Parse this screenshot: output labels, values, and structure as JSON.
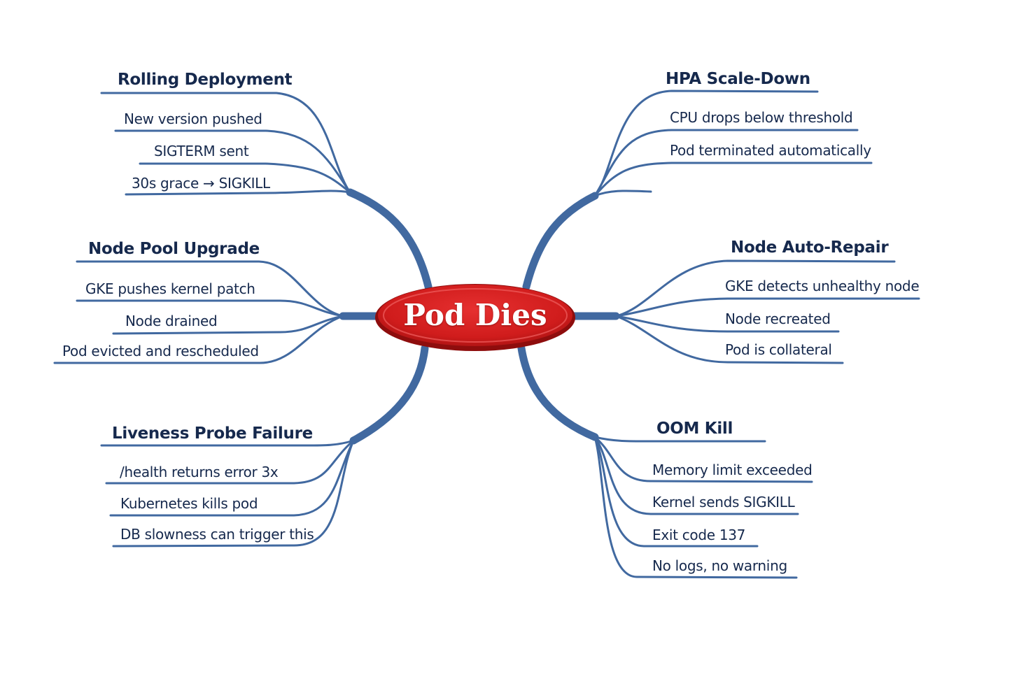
{
  "center": {
    "label": "Pod Dies",
    "fill": "#d42020",
    "rim": "#8e0d0d"
  },
  "colors": {
    "branch": "#4169a0",
    "text": "#16294d",
    "background": "#ffffff"
  },
  "branches": [
    {
      "side": "left",
      "title": "Rolling Deployment",
      "items": [
        "New version pushed",
        "SIGTERM sent",
        "30s grace → SIGKILL"
      ]
    },
    {
      "side": "left",
      "title": "Node Pool Upgrade",
      "items": [
        "GKE pushes kernel patch",
        "Node drained",
        "Pod evicted and rescheduled"
      ]
    },
    {
      "side": "left",
      "title": "Liveness Probe Failure",
      "items": [
        "/health returns error 3x",
        "Kubernetes kills pod",
        "DB slowness can trigger this"
      ]
    },
    {
      "side": "right",
      "title": "HPA Scale-Down",
      "items": [
        "CPU drops below threshold",
        "Pod terminated automatically"
      ]
    },
    {
      "side": "right",
      "title": "Node Auto-Repair",
      "items": [
        "GKE detects unhealthy node",
        "Node recreated",
        "Pod is collateral"
      ]
    },
    {
      "side": "right",
      "title": "OOM Kill",
      "items": [
        "Memory limit exceeded",
        "Kernel sends SIGKILL",
        "Exit code 137",
        "No logs, no warning"
      ]
    }
  ]
}
